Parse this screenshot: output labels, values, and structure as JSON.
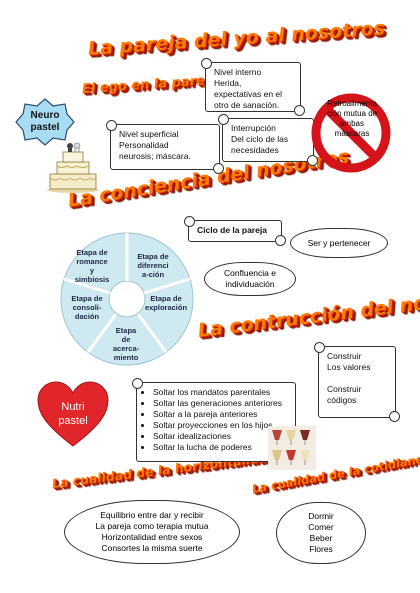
{
  "titles": {
    "t1": "La pareja del yo al nosotros",
    "t2": "El ego en la pareja",
    "t3": "La conciencia del nosotros",
    "t4": "La contrucción del nosotros",
    "t5": "La cualidad de la horizontalidad",
    "t6": "La cualidad de la cotidianeidad"
  },
  "neuro_badge": {
    "line1": "Neuro",
    "line2": "pastel"
  },
  "nutri_badge": {
    "line1": "Nutri",
    "line2": "pastel"
  },
  "scroll_nivel_interno": [
    "Nivel interno",
    "Herida,",
    "expectativas en el",
    "otro de sanación."
  ],
  "scroll_nivel_superficial": [
    "Nivel superficial",
    "Personalidad",
    "neurosis; máscara."
  ],
  "scroll_interrupcion": [
    "Interrupción",
    "Del ciclo de las",
    "necesidades"
  ],
  "retro_text": [
    "Retroalimenta",
    "ción mutua de",
    "ambas",
    "máscaras"
  ],
  "ciclo_label": "Ciclo de la pareja",
  "cloud_ser": "Ser y pertenecer",
  "cloud_confluencia": [
    "Confluencia e",
    "individuación"
  ],
  "cycle_segments": [
    [
      "Etapa de",
      "romance",
      "y",
      "simbiosis"
    ],
    [
      "Etapa de",
      "diferenci",
      "a-ción"
    ],
    [
      "Etapa de",
      "exploración"
    ],
    [
      "Etapa",
      "de",
      "acerca-",
      "miento"
    ],
    [
      "Etapa de",
      "consoli-",
      "dación"
    ]
  ],
  "scroll_construir": [
    "Construir",
    "Los valores",
    "",
    "Construir",
    "códigos"
  ],
  "soltar_list": [
    "Soltar los mandatos parentales",
    "Soltar las generaciones anteriores",
    "Soltar a la pareja anteriores",
    "Soltar proyecciones en los hijos",
    "Soltar idealizaciones",
    "Soltar la lucha de poderes"
  ],
  "cloud_equilibrio": [
    "Equilibrio entre dar y recibir",
    "La pareja como terapia mutua",
    "Horizontalidad entre sexos",
    "Consortes la misma suerte"
  ],
  "cloud_dormir": [
    "Dormir",
    "Comer",
    "Beber",
    "Flores"
  ],
  "colors": {
    "title_orange": "#ff7a00",
    "title_red": "#c41e00",
    "badge_blue": "#a8dcf2",
    "heart_red": "#e0262b",
    "prohibit_red": "#d4141a",
    "cycle_blue": "#cfe9f1"
  }
}
